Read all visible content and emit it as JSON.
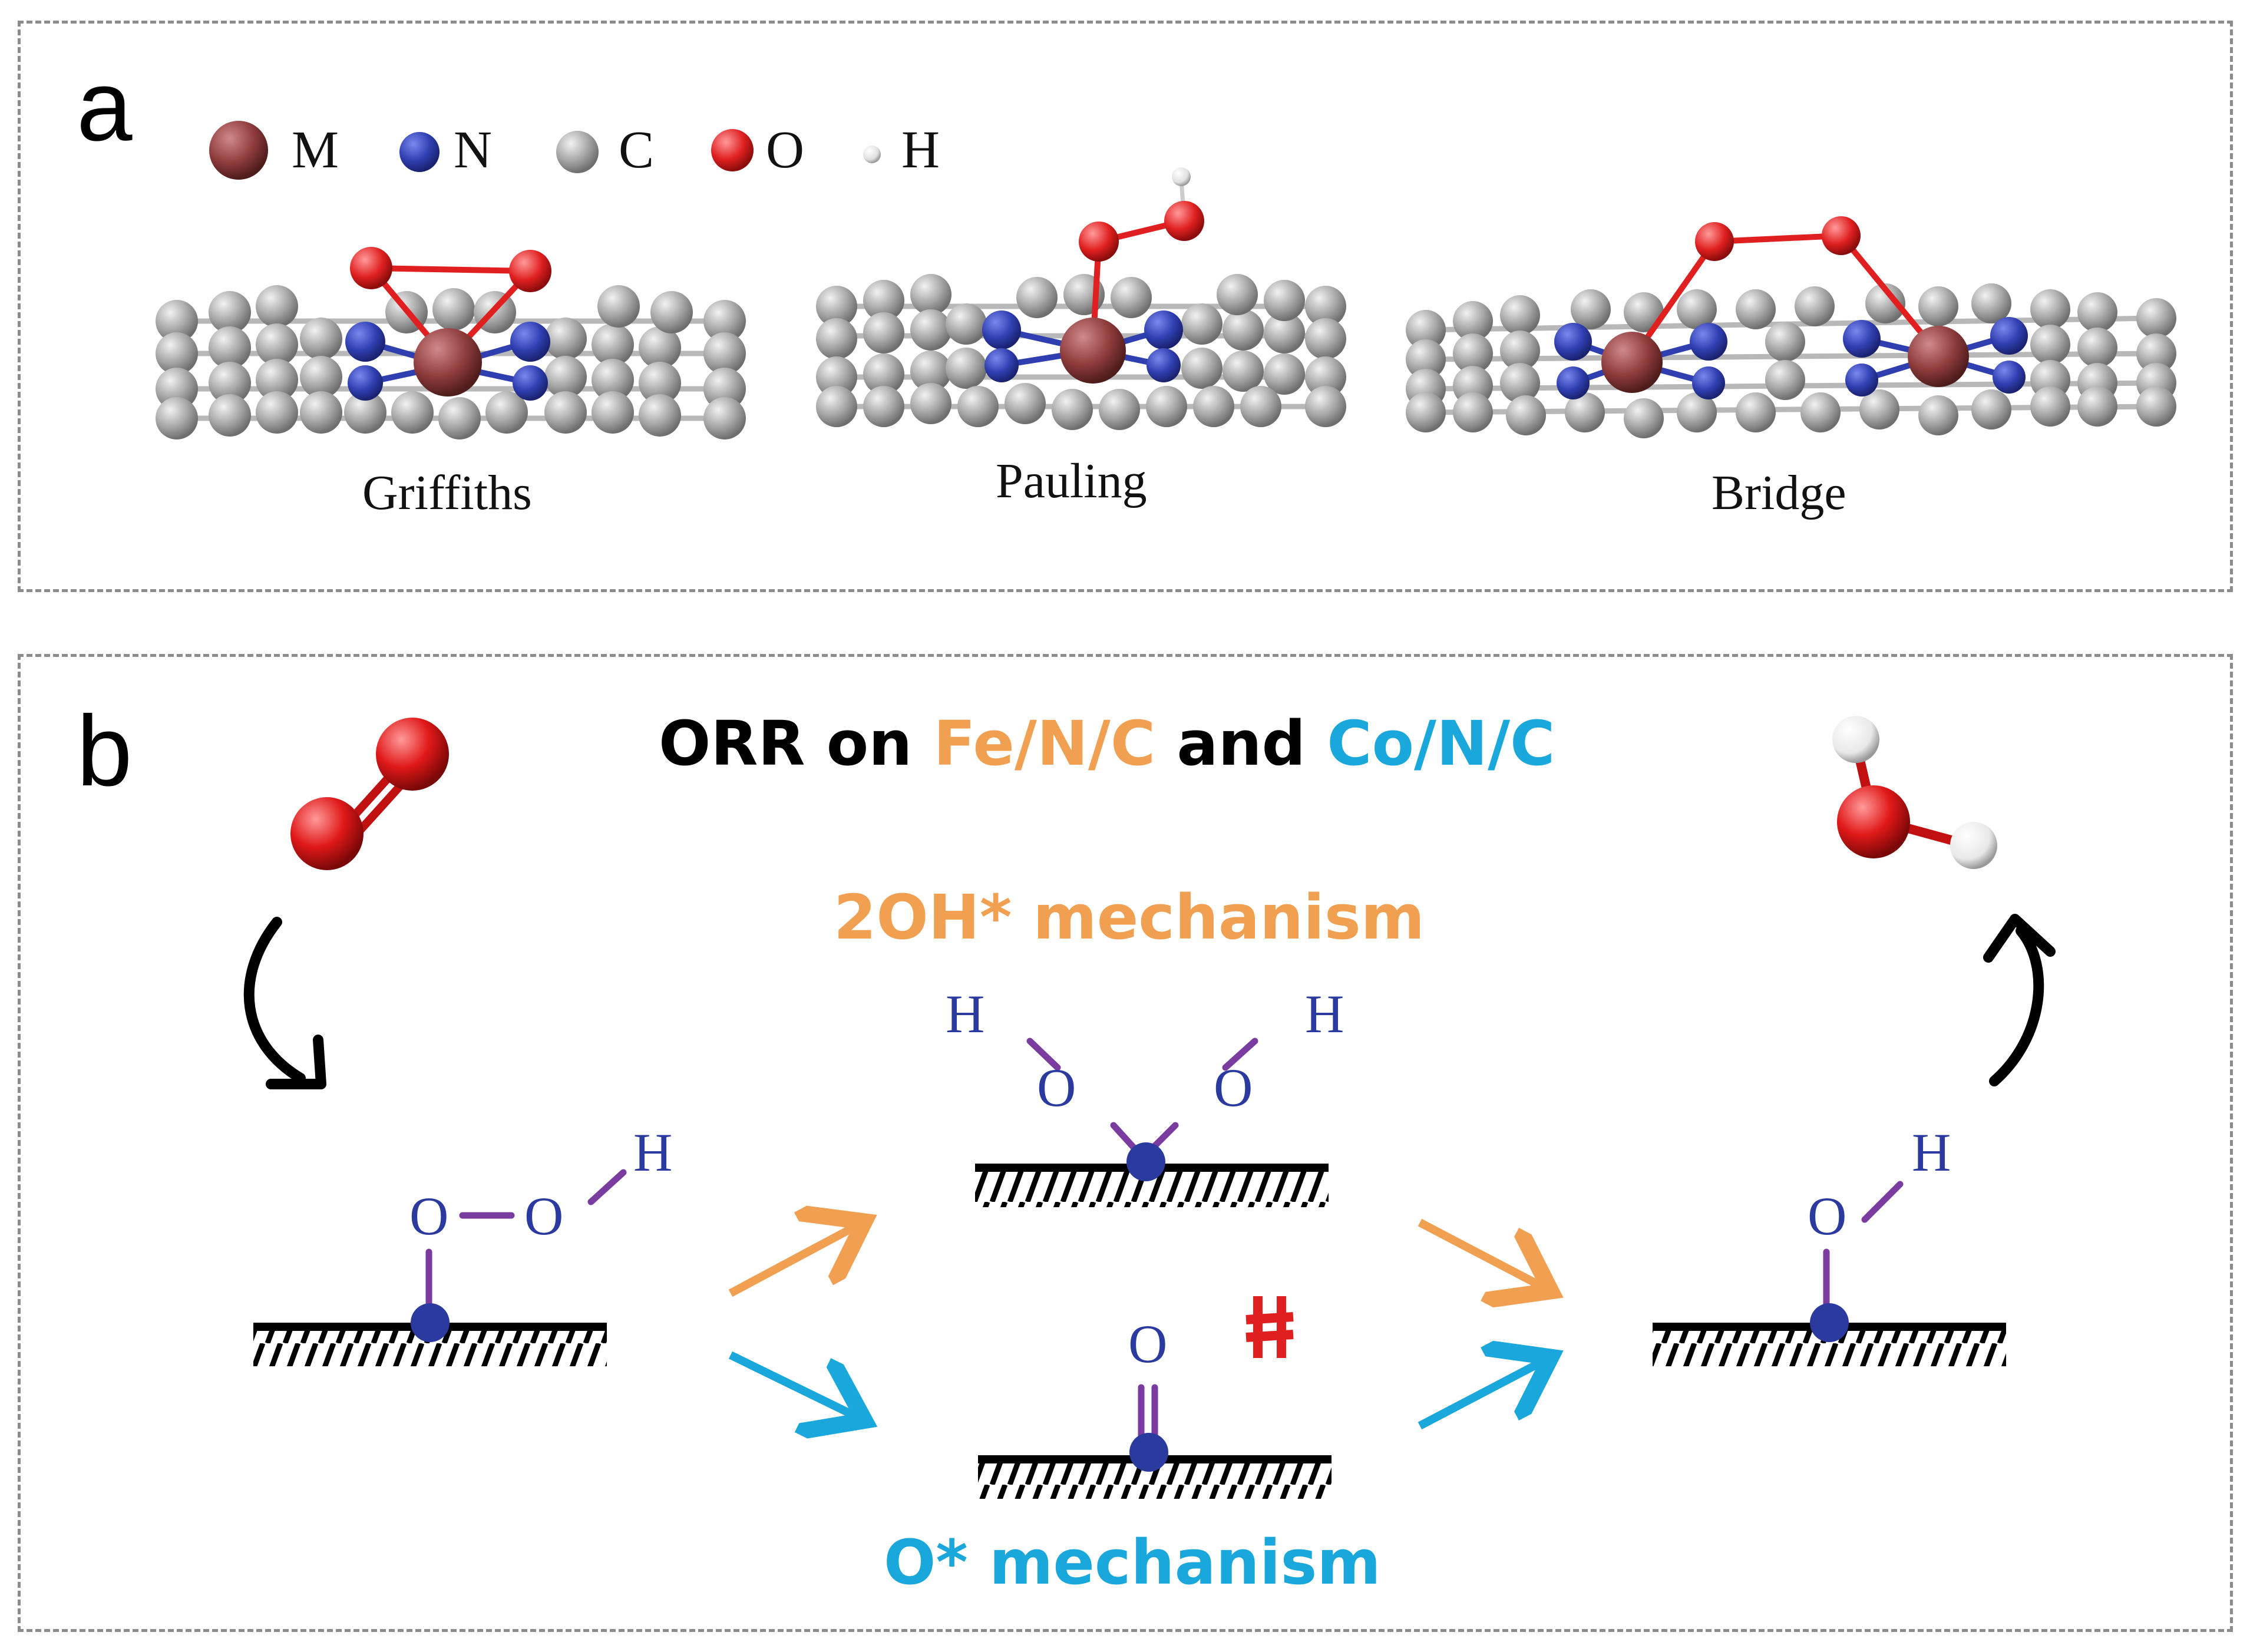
{
  "panel_a": {
    "label": "a",
    "legend": [
      {
        "symbol": "M",
        "color": "#8e3b3b"
      },
      {
        "symbol": "N",
        "color": "#2f3fb0"
      },
      {
        "symbol": "C",
        "color": "#a9a9a9"
      },
      {
        "symbol": "O",
        "color": "#e02020"
      },
      {
        "symbol": "H",
        "color": "#e8e8e8"
      }
    ],
    "structures": [
      {
        "caption": "Griffiths"
      },
      {
        "caption": "Pauling"
      },
      {
        "caption": "Bridge"
      }
    ]
  },
  "panel_b": {
    "label": "b",
    "title": {
      "prefix": "ORR on ",
      "fe": "Fe/N/C",
      "and": " and ",
      "co": "Co/N/C"
    },
    "mechanism_top": "2OH* mechanism",
    "mechanism_bottom": "O* mechanism",
    "atoms": {
      "O": "O",
      "H": "H"
    },
    "colors": {
      "orange": "#f0a050",
      "blue": "#1aa8dc",
      "purple": "#7a3c9e",
      "atom_blue": "#2b3a9e",
      "red": "#e02020"
    }
  }
}
